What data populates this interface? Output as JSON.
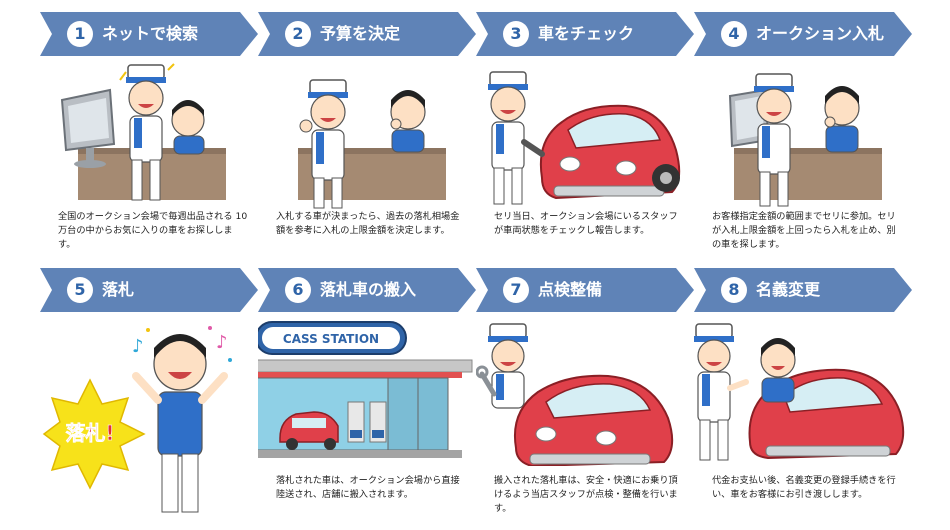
{
  "colors": {
    "banner": "#5f83b7",
    "banner_dark": "#2f64a8",
    "desk": "#a58a72",
    "car": "#e0404a",
    "uniform_blue": "#2f6fc8",
    "burst": "#f7e21a",
    "burst_text": "#e23030"
  },
  "steps": [
    {
      "num": "1",
      "title": "ネットで検索",
      "text": "全国のオークション会場で毎週出品される 10 万台の中からお気に入りの車をお探しします。"
    },
    {
      "num": "2",
      "title": "予算を決定",
      "text": "入札する車が決まったら、過去の落札相場金額を参考に入札の上限金額を決定します。"
    },
    {
      "num": "3",
      "title": "車をチェック",
      "text": "セリ当日、オークション会場にいるスタッフが車両状態をチェックし報告します。"
    },
    {
      "num": "4",
      "title": "オークション入札",
      "text": "お客様指定金額の範囲までセリに参加。セリが入札上限金額を上回ったら入札を止め、別の車を探します。"
    },
    {
      "num": "5",
      "title": "落札",
      "text": ""
    },
    {
      "num": "6",
      "title": "落札車の搬入",
      "text": "落札された車は、オークション会場から直接陸送され、店舗に搬入されます。"
    },
    {
      "num": "7",
      "title": "点検整備",
      "text": "搬入された落札車は、安全・快適にお乗り頂けるよう当店スタッフが点検・整備を行います。"
    },
    {
      "num": "8",
      "title": "名義変更",
      "text": "代金お支払い後、名義変更の登録手続きを行い、車をお客様にお引き渡しします。"
    }
  ],
  "illus": {
    "burst_label": "落札!",
    "shop_sign": "CASS STATION"
  }
}
